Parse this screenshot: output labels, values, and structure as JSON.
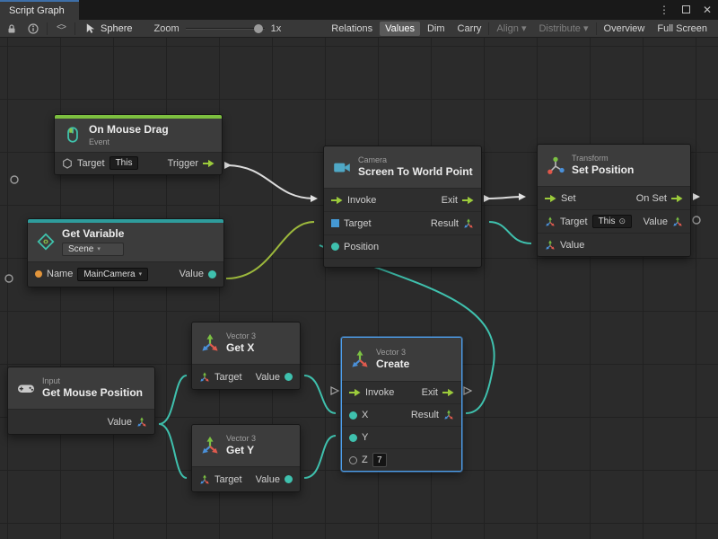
{
  "window": {
    "tab": "Script Graph"
  },
  "glyphs": {
    "caret": "▾",
    "menu": "⋮",
    "close": "✕",
    "this_target": "⊙",
    "code": "<>"
  },
  "toolbar": {
    "graph_name": "Sphere",
    "zoom_label": "Zoom",
    "zoom_value": "1x",
    "buttons": {
      "relations": "Relations",
      "values": "Values",
      "dim": "Dim",
      "carry": "Carry",
      "align": "Align ▾",
      "distribute": "Distribute ▾",
      "overview": "Overview",
      "full_screen": "Full Screen"
    }
  },
  "nodes": {
    "on_mouse_drag": {
      "title": "On Mouse Drag",
      "subtitle": "Event",
      "target_label": "Target",
      "target_value": "This",
      "trigger_label": "Trigger"
    },
    "get_variable": {
      "title": "Get Variable",
      "scope": "Scene",
      "name_label": "Name",
      "name_value": "MainCamera",
      "value_label": "Value"
    },
    "screen_to_world_point": {
      "category": "Camera",
      "title": "Screen To World Point",
      "invoke_label": "Invoke",
      "exit_label": "Exit",
      "target_label": "Target",
      "result_label": "Result",
      "position_label": "Position"
    },
    "set_position": {
      "category": "Transform",
      "title": "Set Position",
      "set_label": "Set",
      "on_set_label": "On Set",
      "target_label": "Target",
      "target_value": "This",
      "value_out_label": "Value",
      "value_in_label": "Value"
    },
    "get_x": {
      "category": "Vector 3",
      "title": "Get X",
      "target_label": "Target",
      "value_label": "Value"
    },
    "get_y": {
      "category": "Vector 3",
      "title": "Get Y",
      "target_label": "Target",
      "value_label": "Value"
    },
    "get_mouse_position": {
      "category": "Input",
      "title": "Get Mouse Position",
      "value_label": "Value"
    },
    "create": {
      "category": "Vector 3",
      "title": "Create",
      "invoke_label": "Invoke",
      "exit_label": "Exit",
      "x_label": "X",
      "y_label": "Y",
      "z_label": "Z",
      "z_value": "7",
      "result_label": "Result"
    }
  }
}
